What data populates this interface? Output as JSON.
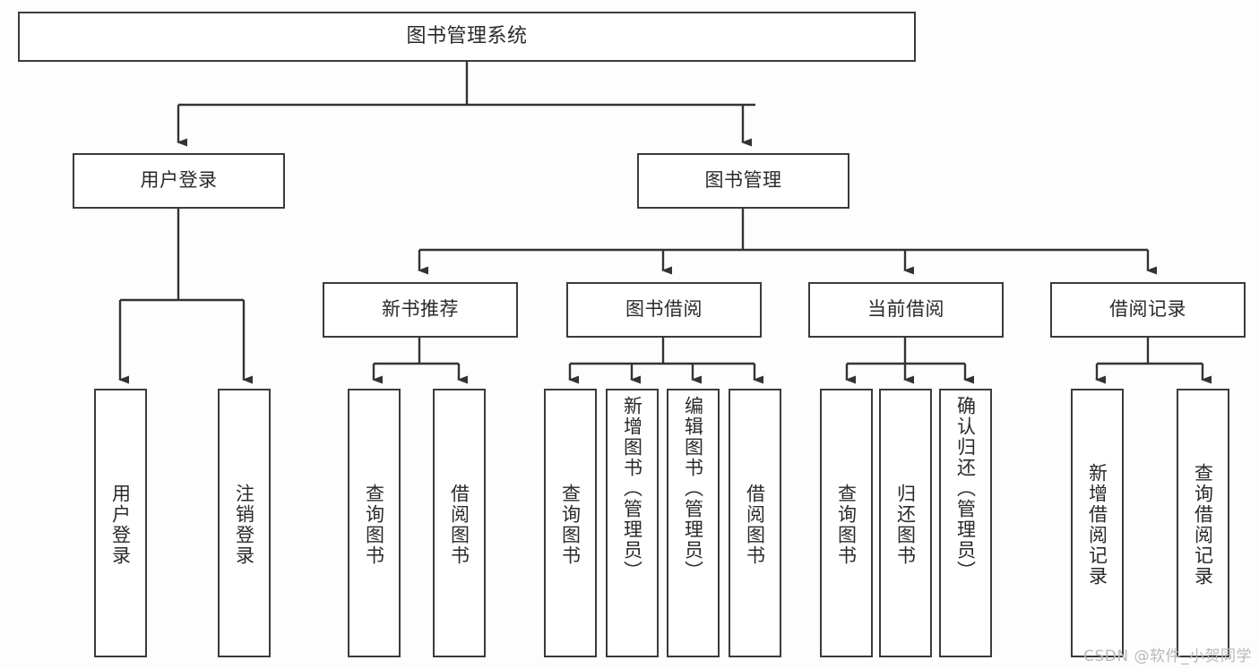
{
  "diagram": {
    "title": "图书管理系统",
    "type": "hierarchy-tree",
    "watermark": "CSDN @软件_小贺同学",
    "colors": {
      "box_border": "#3b3b3b",
      "box_fill": "#ffffff",
      "edge": "#333333",
      "text": "#2a2a2a",
      "background": "#fdfdfd",
      "watermark": "#b9b9b9"
    },
    "nodes": {
      "root": {
        "label": "图书管理系统"
      },
      "level2": [
        {
          "label": "用户登录"
        },
        {
          "label": "图书管理"
        }
      ],
      "level3": [
        {
          "label": "新书推荐"
        },
        {
          "label": "图书借阅"
        },
        {
          "label": "当前借阅"
        },
        {
          "label": "借阅记录"
        }
      ],
      "leaves_user_login": [
        {
          "label": "用户登录"
        },
        {
          "label": "注销登录"
        }
      ],
      "leaves_new_book": [
        {
          "label": "查询图书"
        },
        {
          "label": "借阅图书"
        }
      ],
      "leaves_borrow": [
        {
          "label": "查询图书"
        },
        {
          "label": "新增图书（管理员）"
        },
        {
          "label": "编辑图书（管理员）"
        },
        {
          "label": "借阅图书"
        }
      ],
      "leaves_current": [
        {
          "label": "查询图书"
        },
        {
          "label": "归还图书"
        },
        {
          "label": "确认归还（管理员）"
        }
      ],
      "leaves_records": [
        {
          "label": "新增借阅记录"
        },
        {
          "label": "查询借阅记录"
        }
      ]
    }
  }
}
